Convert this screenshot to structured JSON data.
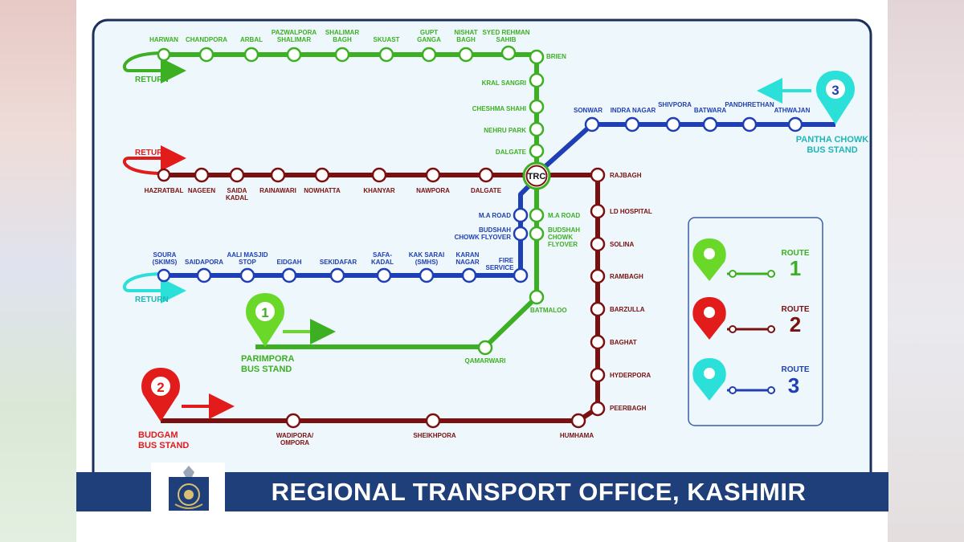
{
  "title": "REGIONAL TRANSPORT OFFICE, KASHMIR",
  "hub": "TRC",
  "colors": {
    "route1": "#3cb022",
    "route2": "#7a1010",
    "route3": "#1f3fb4",
    "route3_pin": "#2ab8b8",
    "route2_pin": "#e21b1b"
  },
  "returns": {
    "green": "RETURN",
    "red": "RETURN",
    "cyan": "RETURN"
  },
  "terminals": {
    "parimpora": {
      "number": "1",
      "line1": "PARIMPORA",
      "line2": "BUS STAND"
    },
    "budgam": {
      "number": "2",
      "line1": "BUDGAM",
      "line2": "BUS STAND"
    },
    "pantha": {
      "number": "3",
      "line1": "PANTHA CHOWK",
      "line2": "BUS STAND"
    }
  },
  "route1_stations": {
    "harwan": "HARWAN",
    "chandpora": "CHANDPORA",
    "arbal": "ARBAL",
    "pazwalpora_1": "PAZWALPORA",
    "pazwalpora_2": "SHALIMAR",
    "shalimar_1": "SHALIMAR",
    "shalimar_2": "BAGH",
    "skuast": "SKUAST",
    "gupt_1": "GUPT",
    "gupt_2": "GANGA",
    "nishat_1": "NISHAT",
    "nishat_2": "BAGH",
    "syed_1": "SYED REHMAN",
    "syed_2": "SAHIB",
    "brien": "BRIEN",
    "kral": "KRAL SANGRI",
    "cheshma": "CHESHMA SHAHI",
    "nehru": "NEHRU PARK",
    "dalgate": "DALGATE",
    "maroad": "M.A ROAD",
    "budshah_1": "BUDSHAH",
    "budshah_2": "CHOWK",
    "budshah_3": "FLYOVER",
    "batmaloo": "BATMALOO",
    "qamarwari": "QAMARWARI"
  },
  "route2_stations": {
    "hazratbal": "HAZRATBAL",
    "nageen": "NAGEEN",
    "saida_1": "SAIDA",
    "saida_2": "KADAL",
    "rainawari": "RAINAWARI",
    "nowhatta": "NOWHATTA",
    "khanyar": "KHANYAR",
    "nawpora": "NAWPORA",
    "dalgate": "DALGATE",
    "rajbagh": "RAJBAGH",
    "ld": "LD HOSPITAL",
    "solina": "SOLINA",
    "rambagh": "RAMBAGH",
    "barzulla": "BARZULLA",
    "baghat": "BAGHAT",
    "hyderpora": "HYDERPORA",
    "peerbagh": "PEERBAGH",
    "humhama": "HUMHAMA",
    "sheikhpora": "SHEIKHPORA",
    "wadipora_1": "WADIPORA/",
    "wadipora_2": "OMPORA"
  },
  "route3_stations": {
    "sonwar": "SONWAR",
    "indra": "INDRA NAGAR",
    "shivpora": "SHIVPORA",
    "batwara": "BATWARA",
    "pandhrethan": "PANDHRETHAN",
    "athwajan": "ATHWAJAN",
    "maroad": "M.A ROAD",
    "budshah": "BUDSHAH",
    "budshah_2": "CHOWK FLYOVER",
    "fire_1": "FIRE",
    "fire_2": "SERVICE",
    "karan_1": "KARAN",
    "karan_2": "NAGAR",
    "kaksarai_1": "KAK SARAI",
    "kaksarai_2": "(SMHS)",
    "safa_1": "SAFA-",
    "safa_2": "KADAL",
    "sekidafar": "SEKIDAFAR",
    "eidgah": "EIDGAH",
    "aali_1": "AALI MASJID",
    "aali_2": "STOP",
    "saidapora": "SAIDAPORA",
    "soura_1": "SOURA",
    "soura_2": "(SKIMS)"
  },
  "legend": [
    {
      "word": "ROUTE",
      "number": "1"
    },
    {
      "word": "ROUTE",
      "number": "2"
    },
    {
      "word": "ROUTE",
      "number": "3"
    }
  ]
}
